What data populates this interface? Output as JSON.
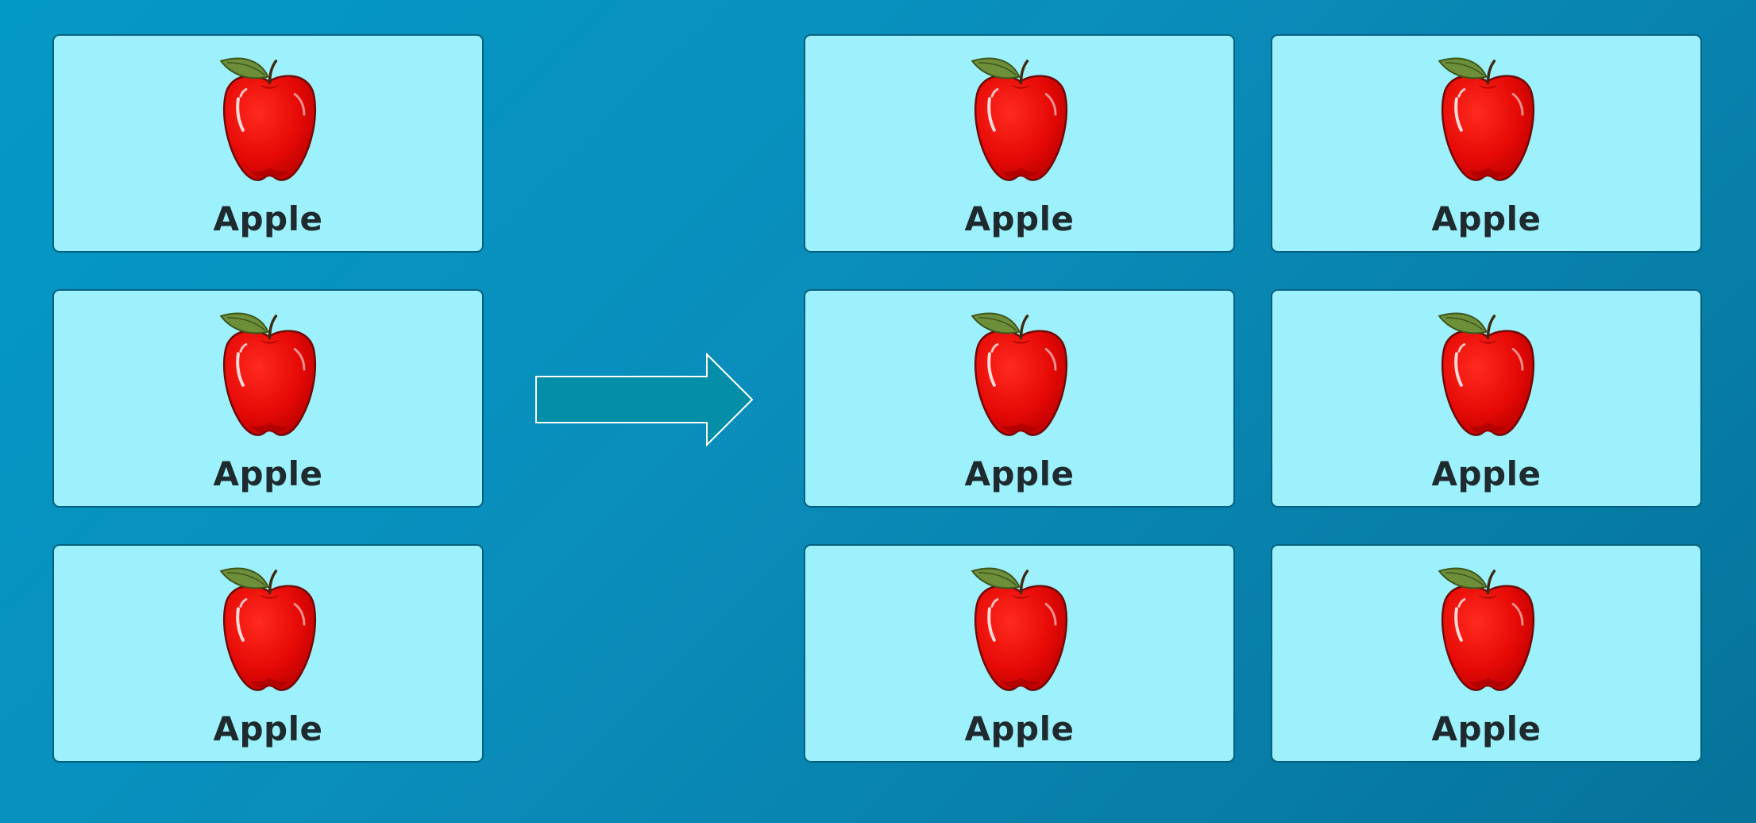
{
  "colors": {
    "background_start": "#0399c6",
    "background_end": "#05739a",
    "card_fill": "#9cf1fc",
    "card_border": "#06607f",
    "arrow_fill": "#048ea8",
    "arrow_stroke": "#ffffff",
    "label_text": "#1f2a2e"
  },
  "arrow": {
    "icon": "right-arrow-icon"
  },
  "left_group": {
    "cards": [
      {
        "label": "Apple",
        "icon": "apple-icon"
      },
      {
        "label": "Apple",
        "icon": "apple-icon"
      },
      {
        "label": "Apple",
        "icon": "apple-icon"
      }
    ]
  },
  "right_group": {
    "cards": [
      {
        "label": "Apple",
        "icon": "apple-icon"
      },
      {
        "label": "Apple",
        "icon": "apple-icon"
      },
      {
        "label": "Apple",
        "icon": "apple-icon"
      },
      {
        "label": "Apple",
        "icon": "apple-icon"
      },
      {
        "label": "Apple",
        "icon": "apple-icon"
      },
      {
        "label": "Apple",
        "icon": "apple-icon"
      }
    ]
  }
}
